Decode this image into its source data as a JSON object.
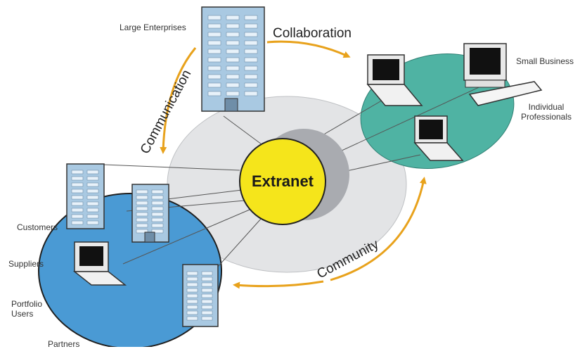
{
  "hub": {
    "label": "Extranet"
  },
  "flows": {
    "collaboration": "Collaboration",
    "communication": "Communication",
    "community": "Community"
  },
  "groups": {
    "top": {
      "label": "Large Enterprises"
    },
    "right": {
      "labels": [
        "Small Business",
        "Individual Professionals"
      ]
    },
    "left": {
      "labels": [
        "Customers",
        "Suppliers",
        "Portfolio Users",
        "Partners"
      ]
    }
  },
  "colors": {
    "hub": "#f5e51b",
    "hub_shadow": "#a9abb0",
    "outer_ellipse": "#e3e4e6",
    "right_ellipse": "#4fb3a3",
    "left_circle": "#4a9ad4",
    "arrows": "#e8a21c",
    "building": "#a9c9e2",
    "building_window": "#e8f2fa",
    "connector": "#555555"
  }
}
